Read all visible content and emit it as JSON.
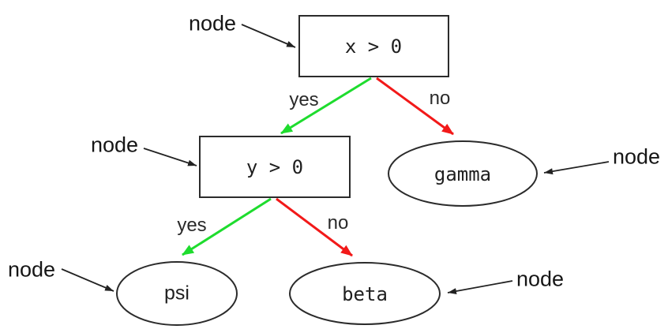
{
  "diagram": {
    "nodes": [
      {
        "id": "root",
        "label": "x > 0",
        "shape": "rect"
      },
      {
        "id": "decision",
        "label": "y > 0",
        "shape": "rect"
      },
      {
        "id": "gamma",
        "label": "gamma",
        "shape": "ellipse"
      },
      {
        "id": "psi",
        "label": "psi",
        "shape": "ellipse"
      },
      {
        "id": "beta",
        "label": "beta",
        "shape": "ellipse"
      }
    ],
    "edges": [
      {
        "from": "x > 0",
        "to": "y > 0",
        "label": "yes",
        "color": "#1edc2e"
      },
      {
        "from": "x > 0",
        "to": "gamma",
        "label": "no",
        "color": "#f21919"
      },
      {
        "from": "y > 0",
        "to": "psi",
        "label": "yes",
        "color": "#1edc2e"
      },
      {
        "from": "y > 0",
        "to": "beta",
        "label": "no",
        "color": "#f21919"
      }
    ],
    "annotations": [
      {
        "label": "node",
        "points_to": "x > 0"
      },
      {
        "label": "node",
        "points_to": "y > 0"
      },
      {
        "label": "node",
        "points_to": "gamma"
      },
      {
        "label": "node",
        "points_to": "psi"
      },
      {
        "label": "node",
        "points_to": "beta"
      }
    ],
    "colors": {
      "yes_edge": "#1edc2e",
      "no_edge": "#f21919",
      "outline": "#2b2b2b",
      "background": "#ffffff"
    }
  }
}
